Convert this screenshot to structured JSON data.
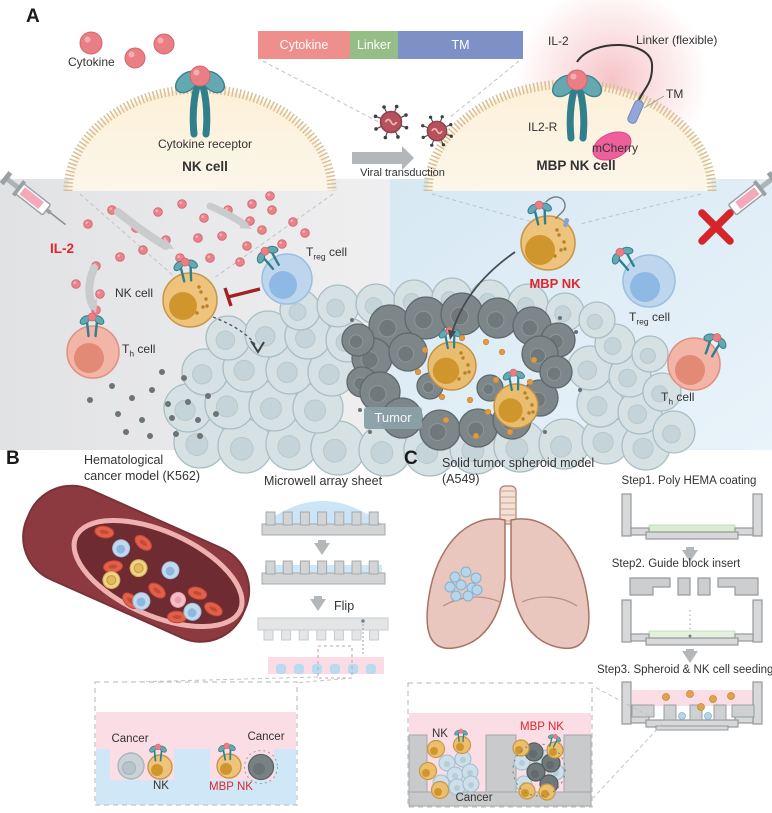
{
  "panelA": {
    "letter": "A",
    "cytokine": "Cytokine",
    "construct": {
      "cytokine": "Cytokine",
      "linker": "Linker",
      "tm": "TM"
    },
    "cytokine_receptor": "Cytokine receptor",
    "nk_cell": "NK cell",
    "viral_transduction": "Viral transduction",
    "il2_top": "IL-2",
    "linker_flexible": "Linker (flexible)",
    "tm_label": "TM",
    "il2_r": "IL2-R",
    "mcherry": "mCherry",
    "mbp_nk_cell": "MBP NK cell",
    "il2_injection": "IL-2",
    "nk_cell_small": "NK cell",
    "t_prefix": "T",
    "treg_sub": "reg",
    "th_sub": "h",
    "cell_suffix": " cell",
    "mbp_nk": "MBP NK",
    "tumor": "Tumor"
  },
  "panelB": {
    "letter": "B",
    "title_line1": "Hematological",
    "title_line2": "cancer model (K562)",
    "microwell_title": "Microwell array sheet",
    "flip": "Flip",
    "cancer_left": "Cancer",
    "nk": "NK",
    "cancer_right": "Cancer",
    "mbp_nk": "MBP NK"
  },
  "panelC": {
    "letter": "C",
    "title_line1": "Solid tumor spheroid model",
    "title_line2": "(A549)",
    "step1": "Step1. Poly HEMA coating",
    "step2": "Step2. Guide block insert",
    "step3": "Step3. Spheroid & NK cell seeding",
    "nk": "NK",
    "mbp_nk": "MBP NK",
    "cancer": "Cancer"
  },
  "colors": {
    "accent_red": "#d6242b",
    "label_red": "#e0262b",
    "inhibit_red": "#a32025",
    "construct_cytokine": "#ee8f8c",
    "construct_linker": "#95bd86",
    "construct_tm": "#7e91c6",
    "membrane": "#d8c092",
    "membrane_fill": "#fdf3e0",
    "receptor_teal": "#2f7f8c",
    "receptor_lobe": "#64a8b1",
    "cytokine_pink": "#e97f85",
    "nk_orange": "#eec47c",
    "nk_nucleus": "#d0962e",
    "treg_blue": "#bdd6ee",
    "treg_nucleus": "#8fb9e5",
    "th_salmon": "#f3b5a7",
    "th_nucleus": "#e28a76",
    "tumor_live": "#d6e1e4",
    "tumor_live_stroke": "#a9bec4",
    "tumor_dead": "#7d8689",
    "mcherry_pink": "#ee5f9b",
    "tm_blue": "#92a6d8",
    "zone_gray": "#e8e9ea",
    "zone_blue": "#dfecf5",
    "medium_pink": "#fbdde6",
    "medium_blue": "#cfe7f6",
    "hema_green": "#d9ecd2",
    "well_gray": "#d6d8d9",
    "vessel_dark": "#8c3a40",
    "badge_gray": "#8aa1a7"
  }
}
